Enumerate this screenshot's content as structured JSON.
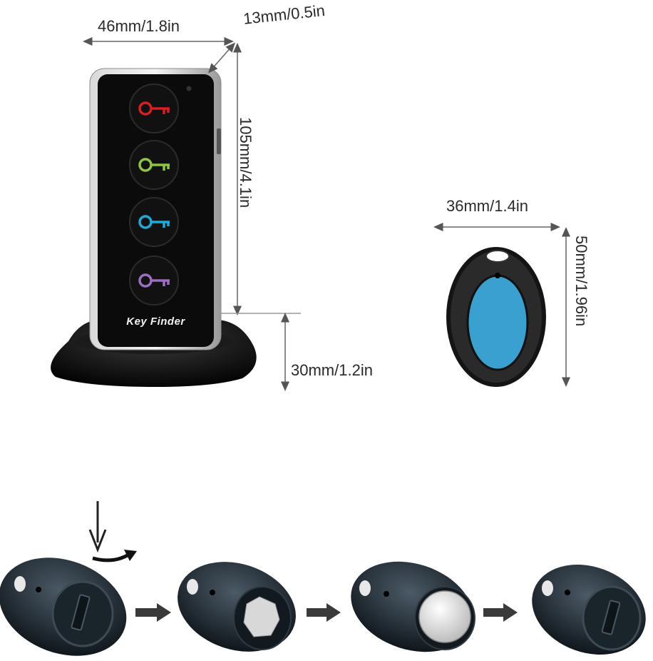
{
  "remote": {
    "brand_label": "Key Finder",
    "buttons": [
      {
        "color": "#d61f1f",
        "icon": "key-icon"
      },
      {
        "color": "#8dc63f",
        "icon": "key-icon"
      },
      {
        "color": "#1fa9d6",
        "icon": "key-icon"
      },
      {
        "color": "#9b6fc0",
        "icon": "key-icon"
      }
    ],
    "dimensions": {
      "width": "46mm/1.8in",
      "depth": "13mm/0.5in",
      "height": "105mm/4.1in",
      "base_height": "30mm/1.2in"
    }
  },
  "receiver": {
    "accent_color": "#3aa0cf",
    "dimensions": {
      "width": "36mm/1.4in",
      "height": "50mm/1.96in"
    }
  },
  "battery_steps": {
    "count": 4,
    "arrow_icon": "arrow-right-icon",
    "press_icon": "arrow-down-icon",
    "rotate_icon": "rotate-arrow-icon"
  }
}
